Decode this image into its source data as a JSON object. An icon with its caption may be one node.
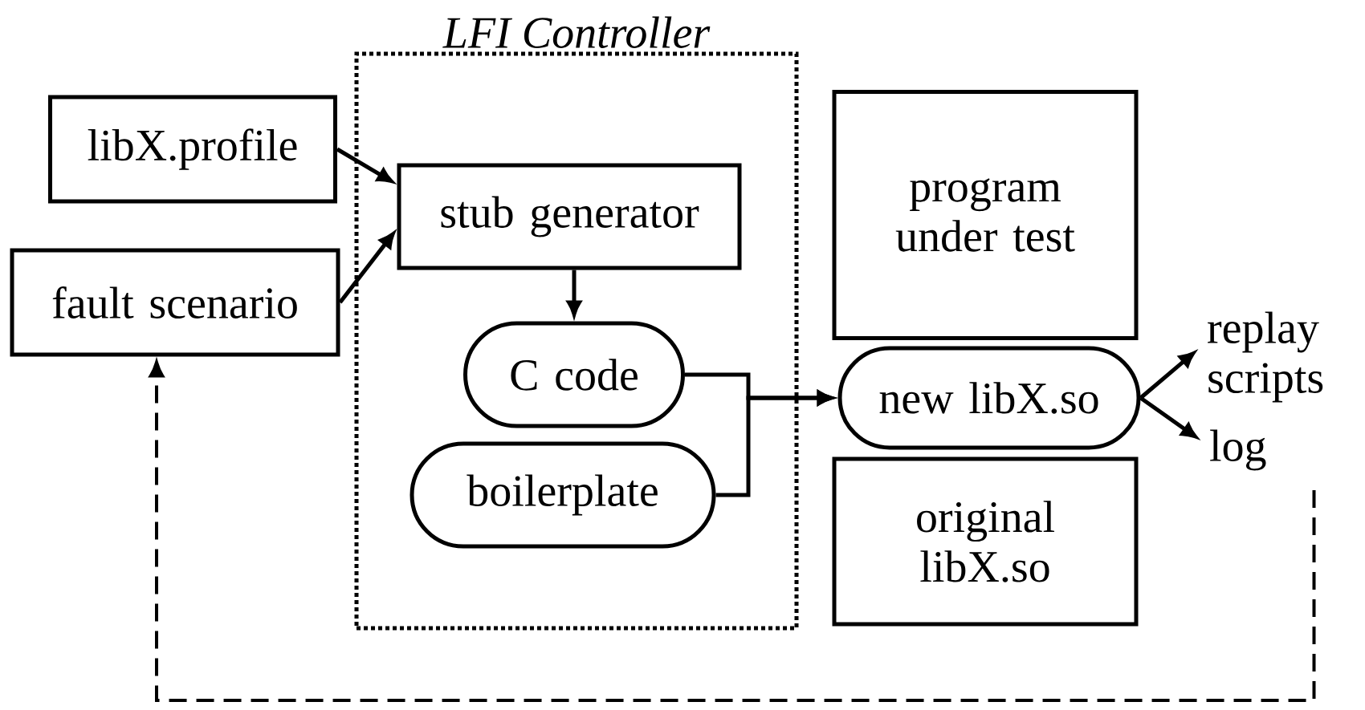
{
  "diagram": {
    "nodes": [
      {
        "text": [
          "LFI Controller"
        ]
      },
      {
        "text": [
          "libX.profile"
        ]
      },
      {
        "text": [
          "fault scenario"
        ]
      },
      {
        "text": [
          "stub generator"
        ],
        "in": 0
      },
      {
        "text": [
          "C code"
        ],
        "in": 0
      },
      {
        "text": [
          "boilerplate"
        ],
        "in": 0
      },
      {
        "text": [
          "program under test"
        ]
      },
      {
        "text": [
          "new libX.so"
        ]
      },
      {
        "text": [
          "original libX.so"
        ]
      },
      {
        "text": [
          "replay scripts"
        ]
      },
      {
        "text": [
          "log"
        ]
      }
    ],
    "edges": [
      {
        "from": 1,
        "to": 3,
        "arrow": "to"
      },
      {
        "from": 2,
        "to": 3,
        "arrow": "to"
      },
      {
        "from": 3,
        "to": 4,
        "arrow": "to"
      },
      {
        "from": 4,
        "to": 7,
        "arrow": "to"
      },
      {
        "from": 5,
        "to": 7,
        "arrow": "to"
      },
      {
        "from": 7,
        "to": 9,
        "arrow": "to"
      },
      {
        "from": 7,
        "to": 10,
        "arrow": "to"
      },
      {
        "from": 10,
        "to": 2,
        "arrow": "to",
        "style": "dashed"
      }
    ]
  }
}
